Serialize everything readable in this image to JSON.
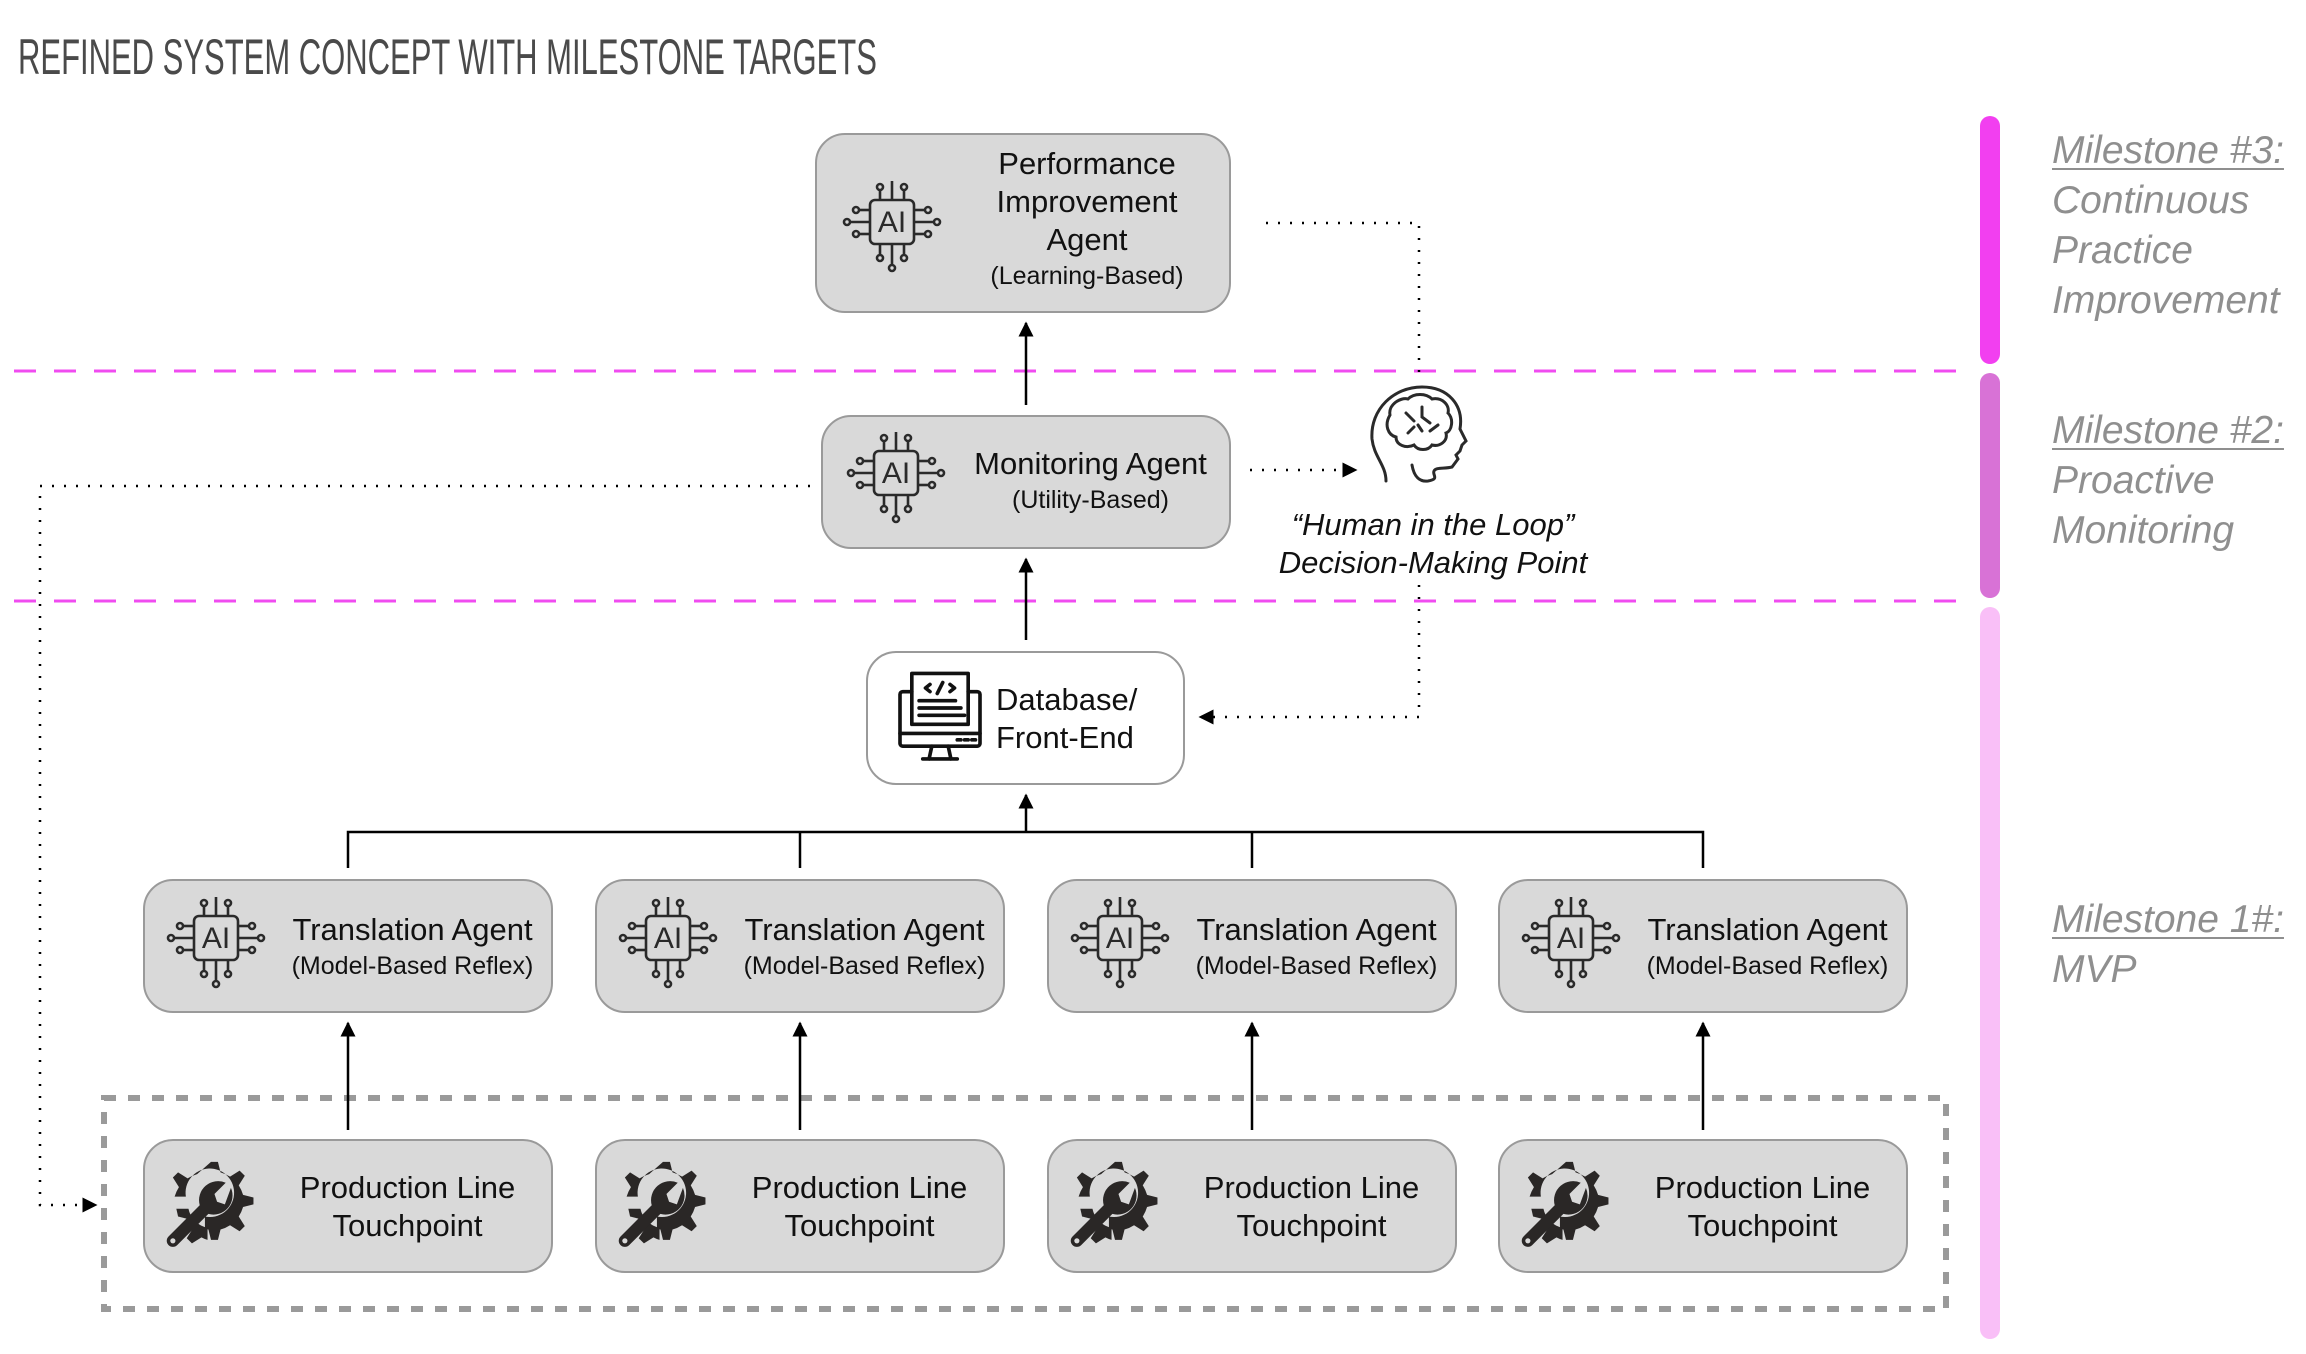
{
  "title": "REFINED SYSTEM CONCEPT WITH MILESTONE TARGETS",
  "colors": {
    "milestone3_bar": "#f23ff0",
    "milestone2_bar": "#d872d6",
    "milestone1_bar": "#f9bff7",
    "divider": "#f04cf0",
    "box_fill": "#d9d9d9",
    "box_border": "#9a9a9a",
    "container_border": "#9a9a9a",
    "milestone_text": "#8f8f8f"
  },
  "agents": {
    "performance": {
      "title_lines": [
        "Performance",
        "Improvement",
        "Agent"
      ],
      "subtitle": "(Learning-Based)",
      "icon": "ai-chip-icon"
    },
    "monitoring": {
      "title": "Monitoring Agent",
      "subtitle": "(Utility-Based)",
      "icon": "ai-chip-icon"
    },
    "database": {
      "title_lines": [
        "Database/",
        "Front-End"
      ],
      "icon": "computer-code-icon"
    },
    "translation": [
      {
        "title": "Translation Agent",
        "subtitle": "(Model-Based Reflex)",
        "icon": "ai-chip-icon"
      },
      {
        "title": "Translation Agent",
        "subtitle": "(Model-Based Reflex)",
        "icon": "ai-chip-icon"
      },
      {
        "title": "Translation Agent",
        "subtitle": "(Model-Based Reflex)",
        "icon": "ai-chip-icon"
      },
      {
        "title": "Translation Agent",
        "subtitle": "(Model-Based Reflex)",
        "icon": "ai-chip-icon"
      }
    ],
    "production": [
      {
        "title_lines": [
          "Production Line",
          "Touchpoint"
        ],
        "icon": "gear-wrench-icon"
      },
      {
        "title_lines": [
          "Production Line",
          "Touchpoint"
        ],
        "icon": "gear-wrench-icon"
      },
      {
        "title_lines": [
          "Production Line",
          "Touchpoint"
        ],
        "icon": "gear-wrench-icon"
      },
      {
        "title_lines": [
          "Production Line",
          "Touchpoint"
        ],
        "icon": "gear-wrench-icon"
      }
    ]
  },
  "human": {
    "icon": "human-brain-icon",
    "label_lines": [
      "“Human in the Loop”",
      "Decision-Making Point"
    ]
  },
  "ai_chip_text": "AI",
  "milestones": [
    {
      "heading": "Milestone #3:",
      "lines": [
        "Continuous",
        "Practice",
        "Improvement"
      ]
    },
    {
      "heading": "Milestone #2:",
      "lines": [
        "Proactive",
        "Monitoring"
      ]
    },
    {
      "heading": "Milestone 1#:",
      "lines": [
        "MVP"
      ]
    }
  ]
}
